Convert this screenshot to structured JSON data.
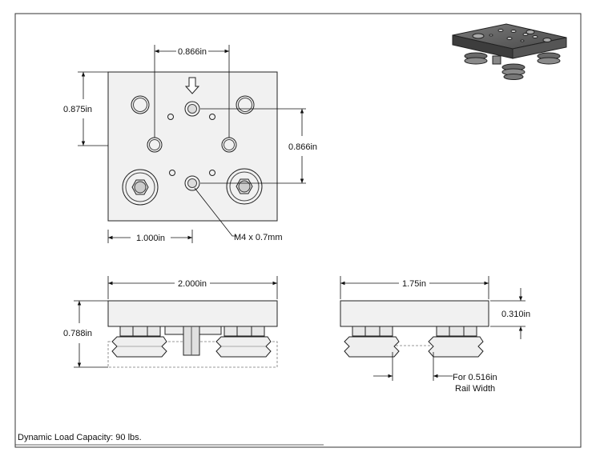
{
  "top_view": {
    "dim_hole_spacing_h": "0.866in",
    "dim_hole_spacing_v": "0.866in",
    "dim_height": "0.875in",
    "dim_width": "1.000in",
    "thread_callout": "M4 x 0.7mm"
  },
  "front_view": {
    "dim_width": "2.000in",
    "dim_height": "0.788in"
  },
  "side_view": {
    "dim_width": "1.75in",
    "dim_plate_thickness": "0.310in",
    "rail_note_line1": "For 0.516in",
    "rail_note_line2": "Rail Width"
  },
  "footer": {
    "load_capacity": "Dynamic Load Capacity: 90 lbs."
  }
}
